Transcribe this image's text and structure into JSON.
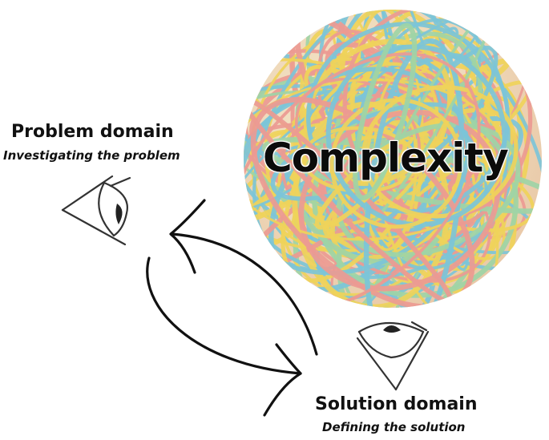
{
  "problem_domain": {
    "title": "Problem domain",
    "subtitle": "Investigating the problem"
  },
  "solution_domain": {
    "title": "Solution domain",
    "subtitle": "Defining the solution"
  },
  "center": {
    "label": "Complexity"
  },
  "icons": {
    "problem": "eye-icon",
    "solution": "eye-icon",
    "cycle": "cycle-arrows",
    "ball": "rubber-band-ball"
  },
  "colors": {
    "band_pink": "#ec9a92",
    "band_yellow": "#efd35a",
    "band_blue": "#7cc4d8",
    "band_green": "#9ed4a6",
    "ink": "#111111"
  }
}
